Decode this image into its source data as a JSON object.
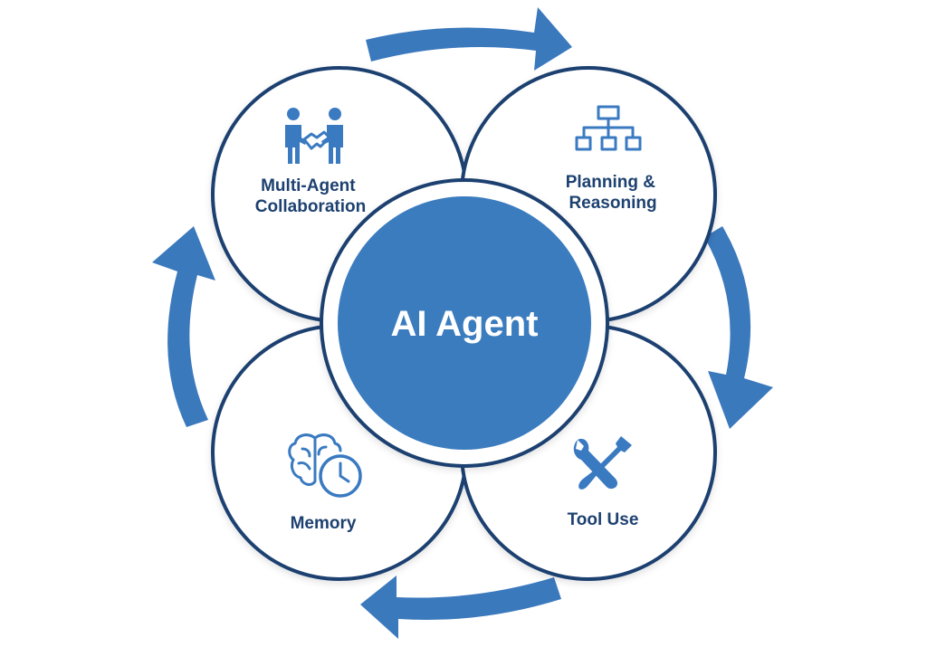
{
  "center": {
    "label": "AI Agent",
    "color": "#3a7cbf"
  },
  "colors": {
    "accent": "#3a7ac1",
    "outline": "#1d4170",
    "arrow": "#3b79bd"
  },
  "petals": [
    {
      "id": "collaboration",
      "lines": [
        "Multi-Agent",
        "Collaboration"
      ],
      "icon": "handshake-icon"
    },
    {
      "id": "planning",
      "lines": [
        "Planning &",
        "Reasoning"
      ],
      "icon": "hierarchy-icon"
    },
    {
      "id": "tools",
      "lines": [
        "Tool Use"
      ],
      "icon": "wrench-screwdriver-icon"
    },
    {
      "id": "memory",
      "lines": [
        "Memory"
      ],
      "icon": "brain-clock-icon"
    }
  ],
  "cycle": {
    "direction": "clockwise",
    "arrow_count": 4
  }
}
